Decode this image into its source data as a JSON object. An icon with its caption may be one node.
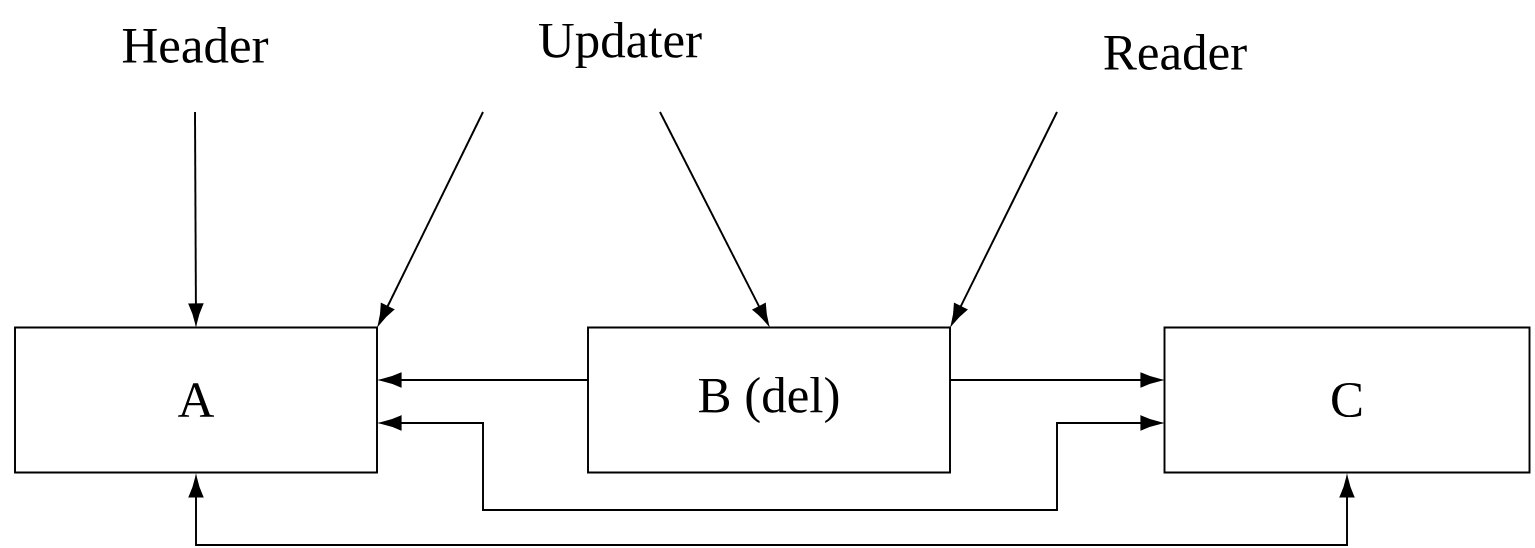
{
  "diagram": {
    "nodes": [
      {
        "text": [
          "Header"
        ]
      },
      {
        "text": [
          "Updater"
        ]
      },
      {
        "text": [
          "Reader"
        ]
      },
      {
        "text": [
          "A"
        ]
      },
      {
        "text": [
          "B (del)"
        ]
      },
      {
        "text": [
          "C"
        ]
      }
    ],
    "edges": [
      {
        "from": 0,
        "to": 3,
        "arrow": "to"
      },
      {
        "from": 1,
        "to": 3,
        "arrow": "to"
      },
      {
        "from": 1,
        "to": 4,
        "arrow": "to"
      },
      {
        "from": 2,
        "to": 4,
        "arrow": "to"
      },
      {
        "from": 4,
        "to": 3,
        "arrow": "to"
      },
      {
        "from": 4,
        "to": 5,
        "arrow": "to"
      },
      {
        "from": 5,
        "to": 3,
        "arrow": "both"
      },
      {
        "from": 3,
        "to": 5,
        "arrow": "both"
      }
    ]
  }
}
